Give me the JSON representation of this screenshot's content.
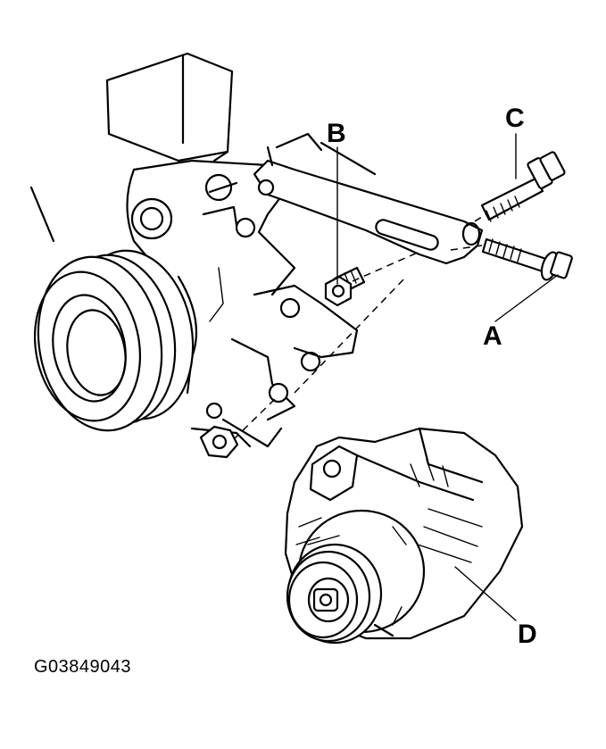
{
  "diagram": {
    "callouts": {
      "a": "A",
      "b": "B",
      "c": "C",
      "d": "D"
    },
    "figure_id": "G03849043"
  }
}
